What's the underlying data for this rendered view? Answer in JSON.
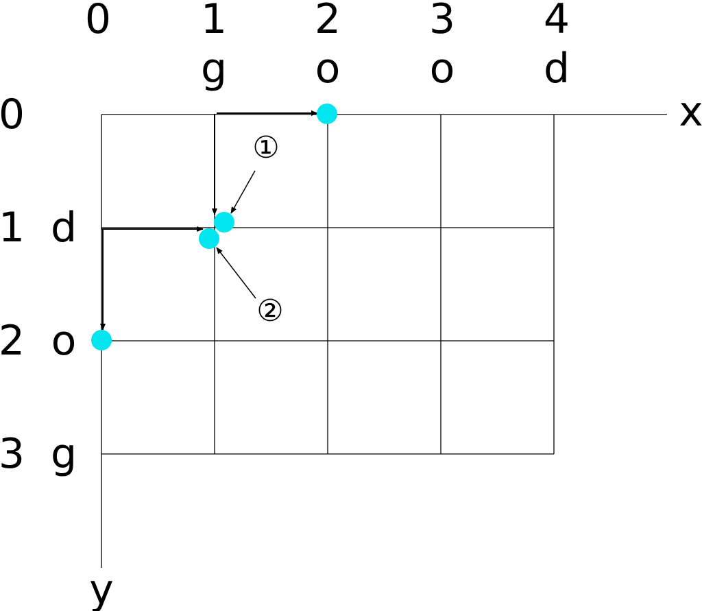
{
  "x_axis": {
    "numbers": [
      "0",
      "1",
      "2",
      "3",
      "4"
    ],
    "letters": [
      "g",
      "o",
      "o",
      "d"
    ],
    "label": "x"
  },
  "y_axis": {
    "numbers": [
      "0",
      "1",
      "2",
      "3"
    ],
    "letters": [
      "d",
      "o",
      "g"
    ],
    "label": "y"
  },
  "annotations": {
    "marker_1": "①",
    "marker_2": "②"
  },
  "colors": {
    "point": "#00e5ee",
    "line": "#000000"
  },
  "icons": [
    "point-marker-icon",
    "arrow-icon"
  ]
}
